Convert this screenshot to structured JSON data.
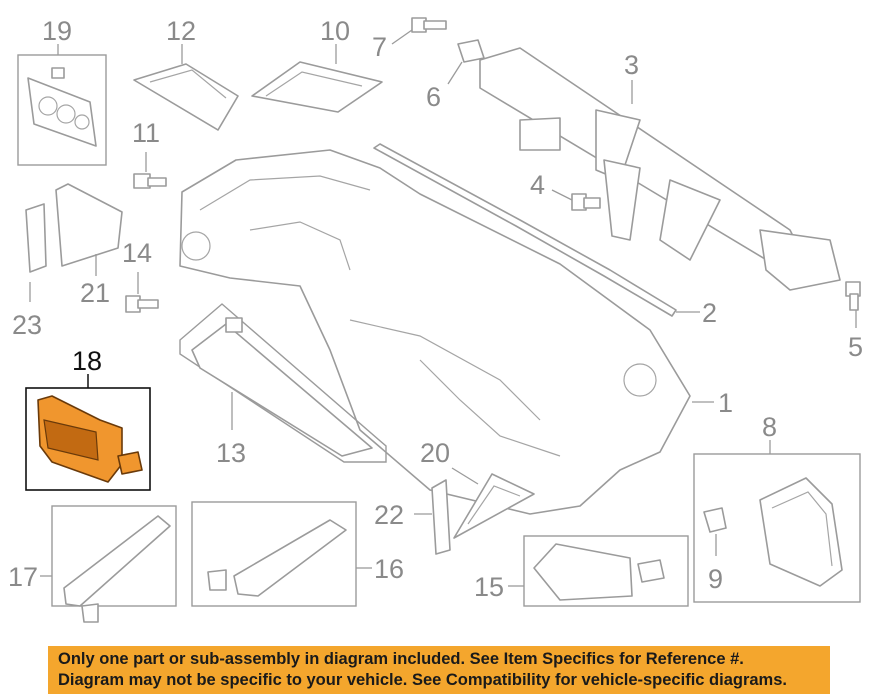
{
  "diagram": {
    "callouts": [
      {
        "id": "1",
        "label": "1"
      },
      {
        "id": "2",
        "label": "2"
      },
      {
        "id": "3",
        "label": "3"
      },
      {
        "id": "4",
        "label": "4"
      },
      {
        "id": "5",
        "label": "5"
      },
      {
        "id": "6",
        "label": "6"
      },
      {
        "id": "7",
        "label": "7"
      },
      {
        "id": "8",
        "label": "8"
      },
      {
        "id": "9",
        "label": "9"
      },
      {
        "id": "10",
        "label": "10"
      },
      {
        "id": "11",
        "label": "11"
      },
      {
        "id": "12",
        "label": "12"
      },
      {
        "id": "13",
        "label": "13"
      },
      {
        "id": "14",
        "label": "14"
      },
      {
        "id": "15",
        "label": "15"
      },
      {
        "id": "16",
        "label": "16"
      },
      {
        "id": "17",
        "label": "17"
      },
      {
        "id": "18",
        "label": "18"
      },
      {
        "id": "19",
        "label": "19"
      },
      {
        "id": "20",
        "label": "20"
      },
      {
        "id": "21",
        "label": "21"
      },
      {
        "id": "22",
        "label": "22"
      },
      {
        "id": "23",
        "label": "23"
      }
    ],
    "highlighted_part": "18",
    "colors": {
      "highlight": "#f0962e",
      "line": "#9b9b9b",
      "banner": "#f4a62d"
    }
  },
  "notice": {
    "line1": "Only one part or sub-assembly in diagram included. See Item Specifics for Reference #.",
    "line2": "Diagram may not be specific to your vehicle. See Compatibility for vehicle-specific diagrams."
  }
}
